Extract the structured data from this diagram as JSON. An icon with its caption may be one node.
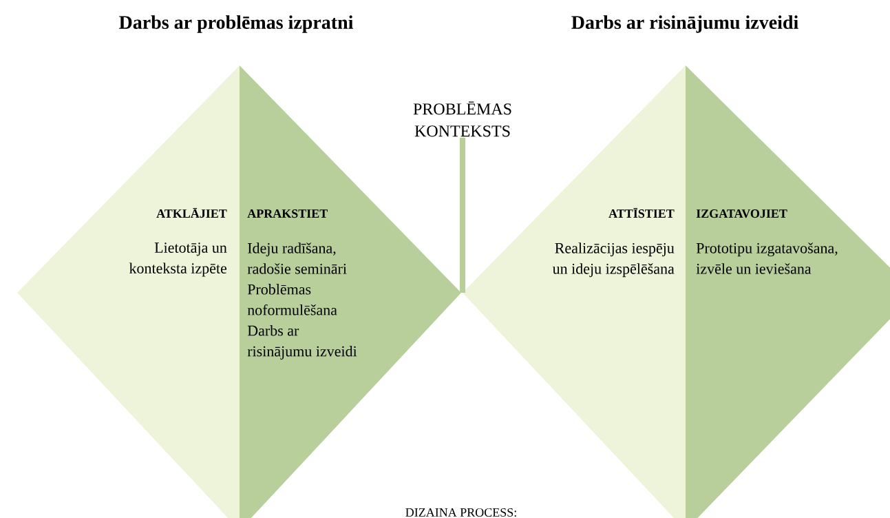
{
  "diagram": {
    "nodes": [
      {
        "text": [
          "ATKLĀJIET",
          "Lietotāja un konteksta izpēte"
        ]
      },
      {
        "text": [
          "APRAKSTIET",
          "Ideju radīšana, radošie semināri",
          "Problēmas noformulēšana",
          "Darbs ar risinājumu izveidi"
        ]
      },
      {
        "text": [
          "ATTĪSTIET",
          "Realizācijas iespēju un ideju izspēlēšana"
        ]
      },
      {
        "text": [
          "IZGATAVOJIET",
          "Prototipu izgatavošana, izvēle un ieviešana"
        ]
      },
      {
        "text": [
          "PROBLĒMAS KONTEKSTS"
        ]
      }
    ],
    "edges": [
      {
        "from": 4,
        "to": 2,
        "arrow": "none"
      }
    ],
    "labels": [
      "Darbs ar problēmas izpratni",
      "Darbs ar risinājumu izveidi",
      "DIZAINA PROCESS:"
    ]
  }
}
